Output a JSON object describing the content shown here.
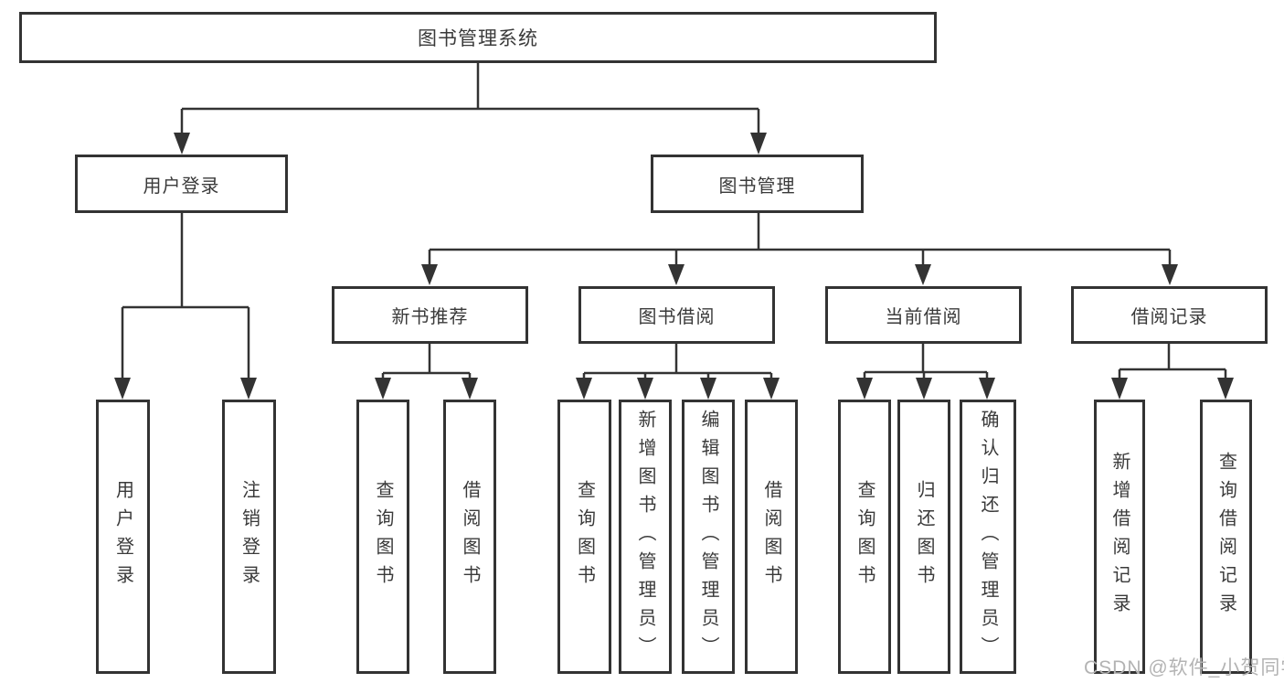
{
  "diagram": {
    "nodes": {
      "root": "图书管理系统",
      "user_login": "用户登录",
      "book_management": "图书管理",
      "new_book_recommend": "新书推荐",
      "book_borrow": "图书借阅",
      "current_borrow": "当前借阅",
      "borrow_records": "借阅记录",
      "leaf_user_login": "用户登录",
      "leaf_logout": "注销登录",
      "recommend_query_books": "查询图书",
      "recommend_borrow_books": "借阅图书",
      "borrow_query_books": "查询图书",
      "borrow_add_books": "新增图书（管理员）",
      "borrow_edit_books": "编辑图书（管理员）",
      "borrow_borrow_books": "借阅图书",
      "current_query_books": "查询图书",
      "current_return_books": "归还图书",
      "current_confirm_return": "确认归还（管理员）",
      "records_add_record": "新增借阅记录",
      "records_query_record": "查询借阅记录"
    },
    "watermark": "CSDN @软件_小贺同学",
    "colors": {
      "line": "#333333",
      "text": "#3a3a3a",
      "background": "#ffffff",
      "watermark": "#b3b3b3"
    }
  }
}
